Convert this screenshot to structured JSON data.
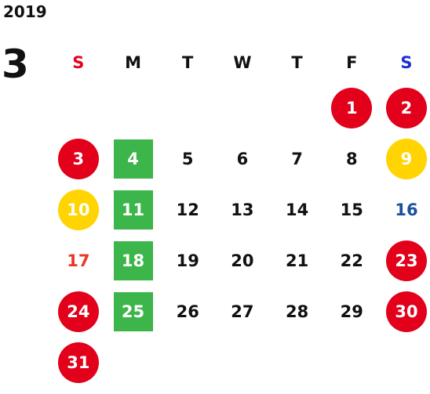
{
  "calendar": {
    "year": "2019",
    "month": "3",
    "colors": {
      "sunday_header": "#e8001c",
      "saturday_header": "#1a2fd6",
      "holiday_circle": "#e2001b",
      "yellow_circle": "#ffd400",
      "green_square": "#3cb54a",
      "red_text": "#e83828",
      "blue_text": "#1d4f9c",
      "default_text": "#111111"
    },
    "weekdays": [
      "S",
      "M",
      "T",
      "W",
      "T",
      "F",
      "S"
    ],
    "weeks": [
      [
        {
          "day": ""
        },
        {
          "day": ""
        },
        {
          "day": ""
        },
        {
          "day": ""
        },
        {
          "day": ""
        },
        {
          "day": "1",
          "style": "red-circle"
        },
        {
          "day": "2",
          "style": "red-circle"
        }
      ],
      [
        {
          "day": "3",
          "style": "red-circle"
        },
        {
          "day": "4",
          "style": "green-square"
        },
        {
          "day": "5"
        },
        {
          "day": "6"
        },
        {
          "day": "7"
        },
        {
          "day": "8"
        },
        {
          "day": "9",
          "style": "yellow-circle"
        }
      ],
      [
        {
          "day": "10",
          "style": "yellow-circle"
        },
        {
          "day": "11",
          "style": "green-square"
        },
        {
          "day": "12"
        },
        {
          "day": "13"
        },
        {
          "day": "14"
        },
        {
          "day": "15"
        },
        {
          "day": "16",
          "style": "blue-text"
        }
      ],
      [
        {
          "day": "17",
          "style": "red-text"
        },
        {
          "day": "18",
          "style": "green-square"
        },
        {
          "day": "19"
        },
        {
          "day": "20"
        },
        {
          "day": "21"
        },
        {
          "day": "22"
        },
        {
          "day": "23",
          "style": "red-circle"
        }
      ],
      [
        {
          "day": "24",
          "style": "red-circle"
        },
        {
          "day": "25",
          "style": "green-square"
        },
        {
          "day": "26"
        },
        {
          "day": "27"
        },
        {
          "day": "28"
        },
        {
          "day": "29"
        },
        {
          "day": "30",
          "style": "red-circle"
        }
      ],
      [
        {
          "day": "31",
          "style": "red-circle"
        },
        {
          "day": ""
        },
        {
          "day": ""
        },
        {
          "day": ""
        },
        {
          "day": ""
        },
        {
          "day": ""
        },
        {
          "day": ""
        }
      ]
    ]
  }
}
